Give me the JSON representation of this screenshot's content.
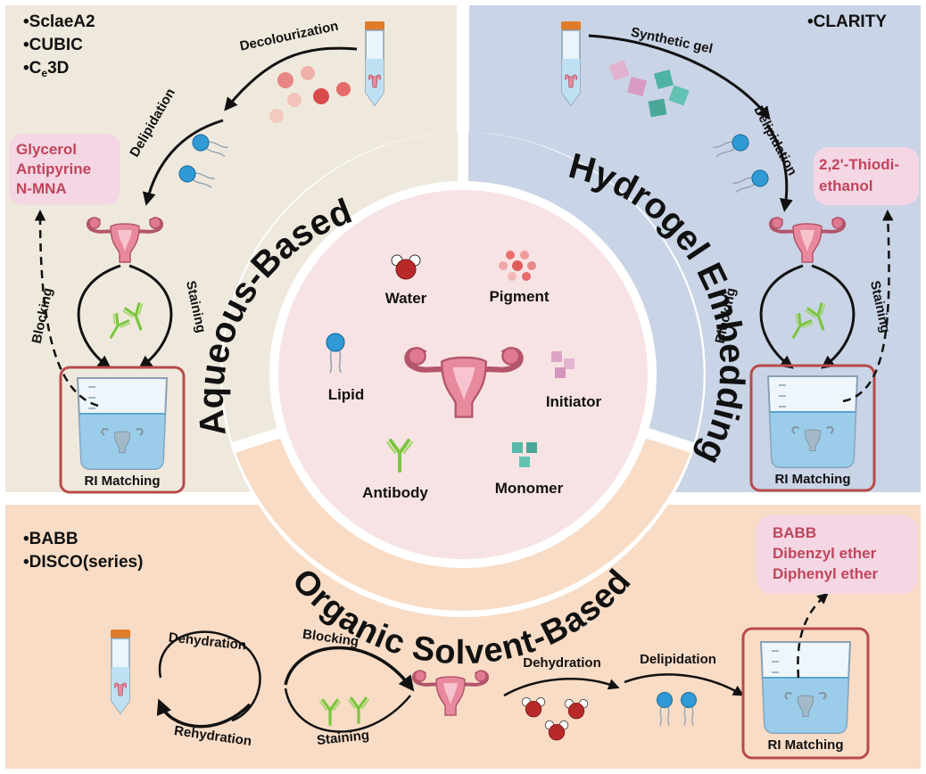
{
  "panels": {
    "aqueous": {
      "title": "Aqueous-Based",
      "methods": [
        "•SclaeA2",
        "•CUBIC",
        "•C",
        "e",
        "3D"
      ],
      "steps": {
        "decolour": "Decolourization",
        "delip": "Delipidation",
        "blocking": "Blocking",
        "staining": "Staining"
      },
      "reagents": [
        "Glycerol",
        "Antipyrine",
        "N-MNA"
      ],
      "ri": "RI Matching"
    },
    "hydrogel": {
      "title": "Hydrogel Embedding",
      "methods": [
        "•CLARITY"
      ],
      "steps": {
        "gel": "Synthetic gel",
        "delip": "Delipidation",
        "blocking": "Blocking",
        "staining": "Staining"
      },
      "reagents": [
        "2,2'-Thiodi-",
        "ethanol"
      ],
      "ri": "RI Matching"
    },
    "organic": {
      "title": "Organic Solvent-Based",
      "methods": [
        "•BABB",
        "•DISCO(series)"
      ],
      "steps": {
        "dehyd": "Dehydration",
        "rehyd": "Rehydration",
        "blocking": "Blocking",
        "staining": "Staining",
        "dehyd2": "Dehydration",
        "delip": "Delipidation"
      },
      "reagents": [
        "BABB",
        "Dibenzyl ether",
        "Diphenyl ether"
      ],
      "ri": "RI Matching"
    }
  },
  "center": {
    "labels": {
      "water": "Water",
      "pigment": "Pigment",
      "lipid": "Lipid",
      "initiator": "Initiator",
      "antibody": "Antibody",
      "monomer": "Monomer"
    }
  },
  "colors": {
    "aqueous_bg": "#efe9dd",
    "hydrogel_bg": "#c9d4e6",
    "organic_bg": "#f8dcc6",
    "center_bg": "#f7e3e3",
    "reagent_text": "#c0455a",
    "reagent_box": "#f4d6e4",
    "ri_border": "#b94a4a"
  }
}
